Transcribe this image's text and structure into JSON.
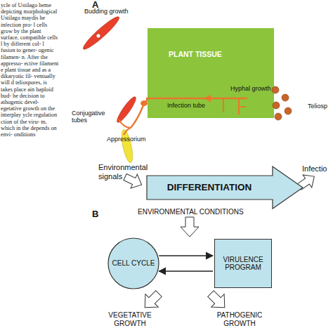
{
  "diagram": {
    "caption": "ycle of Ustilago heme depicting morphological Ustilago maydis he infection pro- l cells grow by the plant surface, compatible cells l by different col- l fusion to gener- ogenic filamen- n. After the appresso- ective filament e plant tissue and as a dikaryotic fil- ventually will d teliospores, is takes place ain haploid bud- he decision to athogenic devel- egetative growth on the interplay ycle regulation ction of the viru- m, which in the depends on envi- onditions",
    "nodes": [
      {
        "text": [
          "PLANT TISSUE",
          "Infection tube",
          "Hyphal growth"
        ]
      },
      {
        "text": [
          "DIFFERENTIATION"
        ]
      },
      {
        "text": [
          "CELL CYCLE"
        ]
      },
      {
        "text": [
          "VIRULENCE PROGRAM"
        ]
      }
    ],
    "edges": [
      {
        "from": 2,
        "to": 3,
        "arrow": "to"
      },
      {
        "from": 3,
        "to": 2,
        "arrow": "to"
      }
    ],
    "labels": [
      "A",
      "Budding growth",
      "Conjugative tubes",
      "Appressorium",
      "Teliosp",
      "Environmental signals",
      "Infectio",
      "B",
      "ENVIRONMENTAL CONDITIONS",
      "VEGETATIVE GROWTH",
      "PATHOGENIC GROWTH"
    ]
  }
}
